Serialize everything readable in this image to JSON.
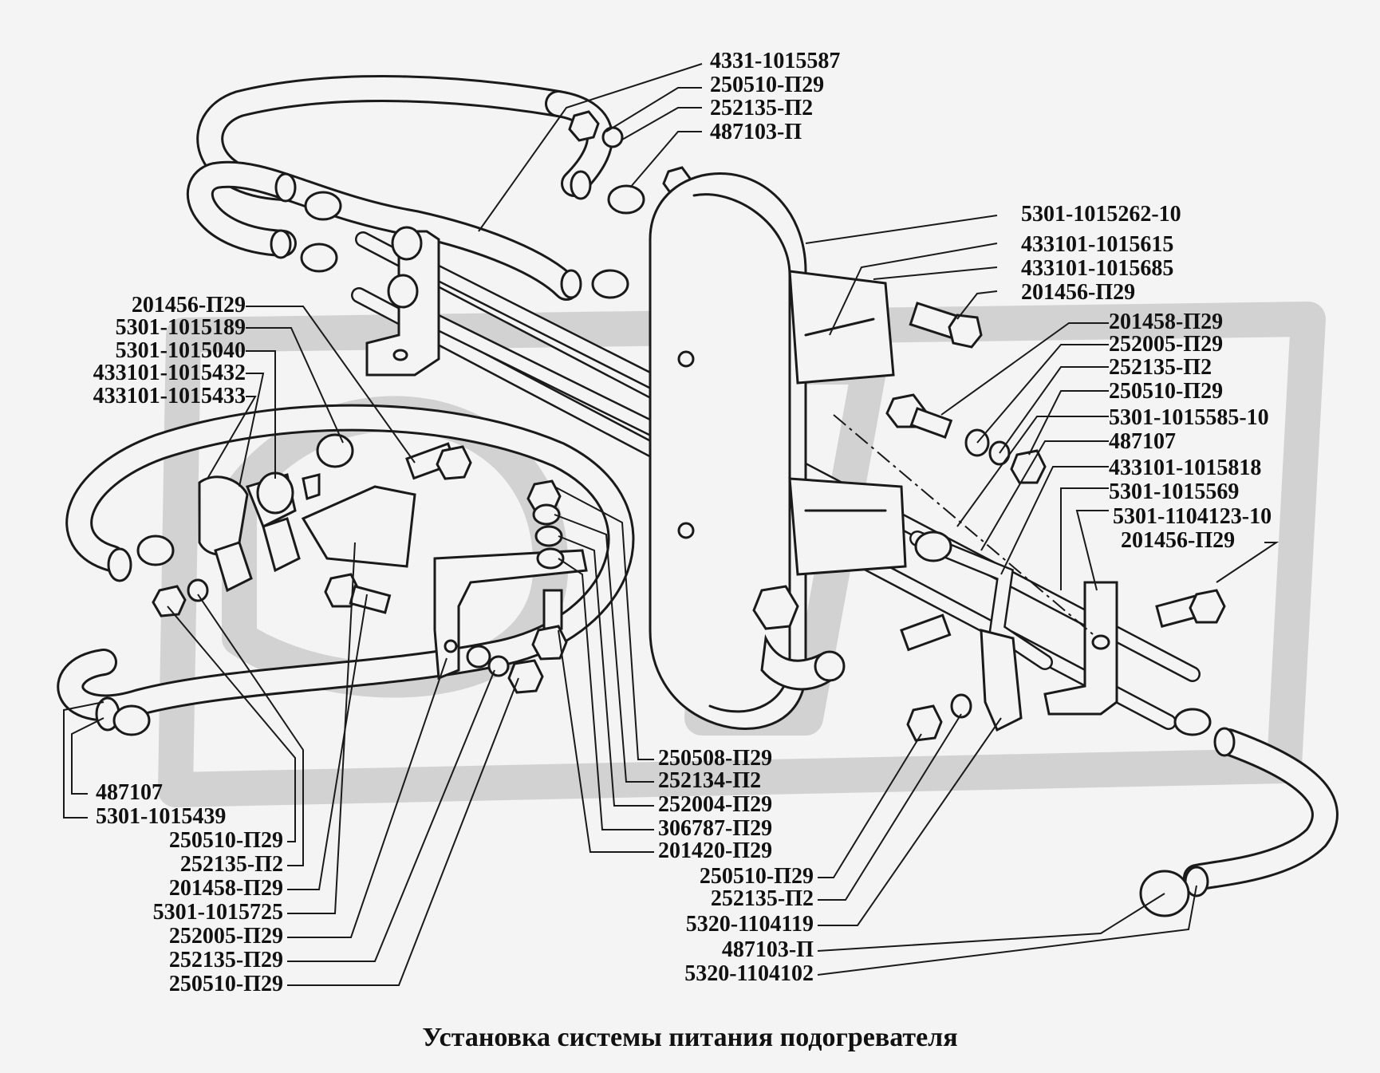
{
  "caption": "Установка системы питания подогревателя",
  "labels": {
    "l01": "4331-1015587",
    "l02": "250510-П29",
    "l03": "252135-П2",
    "l04": "487103-П",
    "l05": "5301-1015262-10",
    "l06": "433101-1015615",
    "l07": "433101-1015685",
    "l08": "201456-П29",
    "l09": "201458-П29",
    "l10": "252005-П29",
    "l11": "252135-П2",
    "l12": "250510-П29",
    "l13": "5301-1015585-10",
    "l14": "487107",
    "l15": "433101-1015818",
    "l16": "5301-1015569",
    "l17": "5301-1104123-10",
    "l18": "201456-П29",
    "l19": "201456-П29",
    "l20": "5301-1015189",
    "l21": "5301-1015040",
    "l22": "433101-1015432",
    "l23": "433101-1015433",
    "l24": "487107",
    "l25": "5301-1015439",
    "l26": "250510-П29",
    "l27": "252135-П2",
    "l28": "201458-П29",
    "l29": "5301-1015725",
    "l30": "252005-П29",
    "l31": "252135-П29",
    "l32": "250510-П29",
    "l33": "250508-П29",
    "l34": "252134-П2",
    "l35": "252004-П29",
    "l36": "306787-П29",
    "l37": "201420-П29",
    "l38": "250510-П29",
    "l39": "252135-П2",
    "l40": "5320-1104119",
    "l41": "487103-П",
    "l42": "5320-1104102"
  }
}
